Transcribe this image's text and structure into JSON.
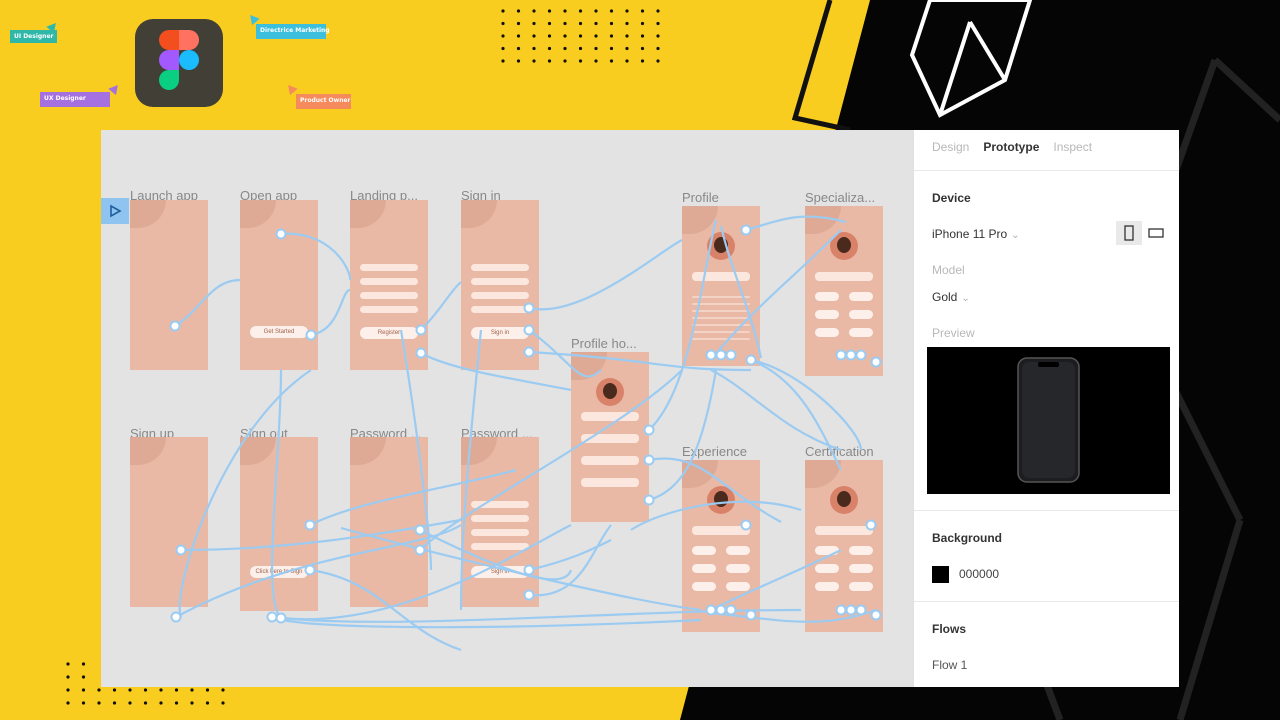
{
  "tags": {
    "ui_designer": "UI Designer",
    "ux_designer": "UX Designer",
    "marketing": "Directrice Marketing",
    "product_owner": "Product Owner"
  },
  "canvas": {
    "frames": [
      {
        "label": "Launch app",
        "button": ""
      },
      {
        "label": "Open app",
        "button": "Get Started"
      },
      {
        "label": "Landing p...",
        "button": "Register"
      },
      {
        "label": "Sign in",
        "button": "Sign in"
      },
      {
        "label": "Sign up",
        "button": ""
      },
      {
        "label": "Sign out",
        "button": "Click here to Sign"
      },
      {
        "label": "Password ...",
        "button": ""
      },
      {
        "label": "Password ...",
        "button": "Sign in"
      },
      {
        "label": "Profile ho...",
        "button": ""
      },
      {
        "label": "Profile",
        "button": ""
      },
      {
        "label": "Specializa...",
        "button": ""
      },
      {
        "label": "Experience",
        "button": ""
      },
      {
        "label": "Certification",
        "button": ""
      }
    ]
  },
  "panel": {
    "tabs": [
      "Design",
      "Prototype",
      "Inspect"
    ],
    "active_tab": "Prototype",
    "device": {
      "title": "Device",
      "value": "iPhone 11 Pro"
    },
    "model": {
      "label": "Model",
      "value": "Gold"
    },
    "preview": {
      "label": "Preview"
    },
    "background": {
      "title": "Background",
      "value": "000000"
    },
    "flows": {
      "title": "Flows",
      "items": [
        "Flow 1"
      ]
    }
  },
  "colors": {
    "background_yellow": "#f9cd1f",
    "canvas": "#e3e3e3",
    "frame": "#e9b9a6",
    "connector": "#9ccbf2",
    "panel": "#ffffff"
  }
}
